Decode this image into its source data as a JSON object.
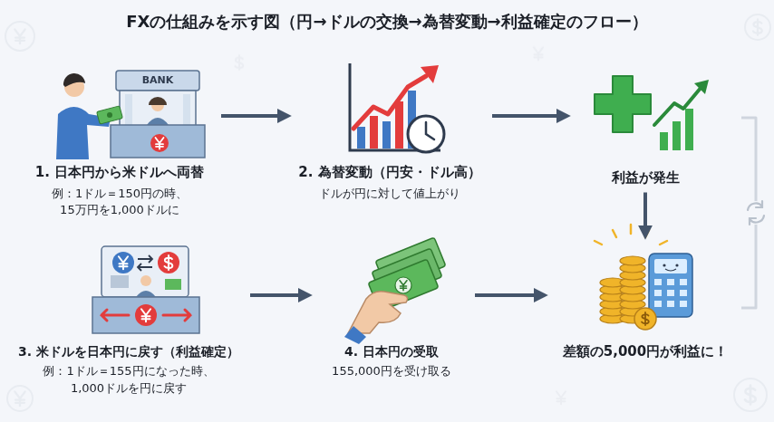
{
  "diagram": {
    "title": "FXの仕組みを示す図（円→ドルの交換→為替変動→利益確定のフロー）",
    "nodes": [
      {
        "text": [
          "1. 日本円から米ドルへ両替",
          "例：1ドル＝150円の時、 15万円を1,000ドルに"
        ]
      },
      {
        "text": [
          "2. 為替変動（円安・ドル高）",
          "ドルが円に対して値上がり"
        ]
      },
      {
        "text": [
          "利益が発生"
        ]
      },
      {
        "text": [
          "3. 米ドルを日本円に戻す（利益確定）",
          "例：1ドル＝155円になった時、 1,000ドルを円に戻す"
        ]
      },
      {
        "text": [
          "4. 日本円の受取",
          "155,000円を受け取る"
        ]
      },
      {
        "text": [
          "差額の5,000円が利益に！"
        ]
      }
    ],
    "edges": [
      {
        "from": 0,
        "to": 1,
        "arrow": "to"
      },
      {
        "from": 1,
        "to": 2,
        "arrow": "to"
      },
      {
        "from": 2,
        "to": 5,
        "arrow": "to"
      },
      {
        "from": 3,
        "to": 4,
        "arrow": "to"
      },
      {
        "from": 4,
        "to": 5,
        "arrow": "to"
      }
    ],
    "labels": [
      "BANK"
    ]
  }
}
